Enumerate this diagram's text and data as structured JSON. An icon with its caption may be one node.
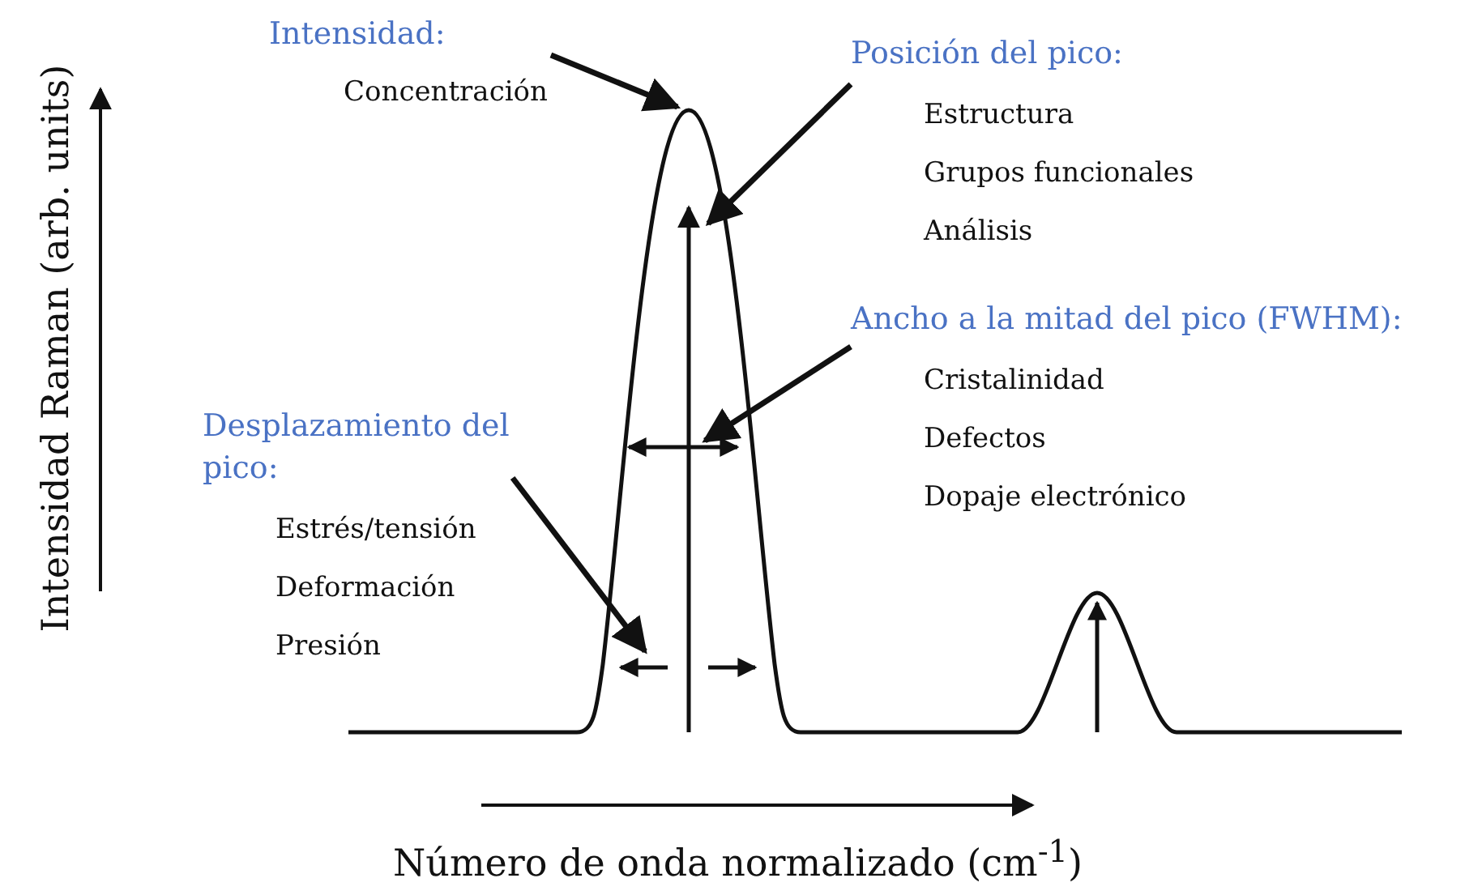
{
  "diagram": {
    "nodes": [
      {
        "text": [
          "Intensidad:",
          "Concentración"
        ]
      },
      {
        "text": [
          "Posición del pico:",
          "Estructura",
          "Grupos funcionales",
          "Análisis"
        ]
      },
      {
        "text": [
          "Ancho a la mitad del pico (FWHM):",
          "Cristalinidad",
          "Defectos",
          "Dopaje electrónico"
        ]
      },
      {
        "text": [
          "Desplazamiento del pico:",
          "Estrés/tensión",
          "Deformación",
          "Presión"
        ]
      }
    ],
    "edges": [
      {
        "from": 0,
        "to": null,
        "arrow": "to"
      },
      {
        "from": 1,
        "to": null,
        "arrow": "to"
      },
      {
        "from": 2,
        "to": null,
        "arrow": "to"
      },
      {
        "from": 3,
        "to": null,
        "arrow": "to"
      }
    ],
    "labels": [
      "Intensidad Raman (arb. units)",
      "Número de onda normalizado (cm$^{-1}$)"
    ]
  }
}
